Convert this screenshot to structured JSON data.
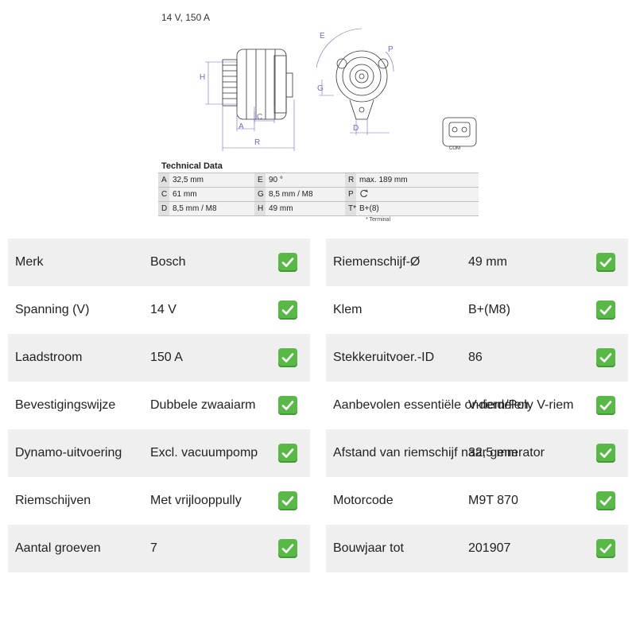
{
  "header": {
    "rating": "14 V, 150 A"
  },
  "drawing": {
    "dimension_letters": [
      "H",
      "A",
      "C",
      "R",
      "E",
      "P",
      "G",
      "D"
    ],
    "connector_label": "COM"
  },
  "technical_data": {
    "title": "Technical Data",
    "rows": [
      [
        {
          "k": "A",
          "v": "32,5 mm"
        },
        {
          "k": "E",
          "v": "90 °"
        },
        {
          "k": "R",
          "v": "max. 189 mm"
        }
      ],
      [
        {
          "k": "C",
          "v": "61 mm"
        },
        {
          "k": "G",
          "v": "8,5 mm / M8"
        },
        {
          "k": "P",
          "v": ""
        }
      ],
      [
        {
          "k": "D",
          "v": "8,5 mm / M8"
        },
        {
          "k": "H",
          "v": "49 mm"
        },
        {
          "k": "T*",
          "v": "B+(8)"
        }
      ]
    ],
    "footnote": "* Terminal"
  },
  "specs_left": [
    {
      "label": "Merk",
      "value": "Bosch"
    },
    {
      "label": "Spanning (V)",
      "value": "14 V"
    },
    {
      "label": "Laadstroom",
      "value": "150 A"
    },
    {
      "label": "Bevestigingswijze",
      "value": "Dubbele zwaaiarm"
    },
    {
      "label": "Dynamo-uitvoering",
      "value": "Excl. vacuumpomp"
    },
    {
      "label": "Riemschijven",
      "value": "Met vrijlooppully"
    },
    {
      "label": "Aantal groeven",
      "value": "7"
    }
  ],
  "specs_right": [
    {
      "label": "Riemenschijf-Ø",
      "value": "49 mm"
    },
    {
      "label": "Klem",
      "value": "B+(M8)"
    },
    {
      "label": "Stekkeruitvoer.-ID",
      "value": "86"
    },
    {
      "label": "Aanbevolen essentiële onderdelen",
      "value": "V-riem/Poly V-riem"
    },
    {
      "label": "Afstand van riemschijf naar generator",
      "value": "32,5 mm"
    },
    {
      "label": "Motorcode",
      "value": "M9T 870"
    },
    {
      "label": "Bouwjaar tot",
      "value": "201907"
    }
  ],
  "colors": {
    "check_green": "#58b947",
    "row_shade": "#efefef"
  },
  "icons": {
    "row_status": "check-box-icon"
  }
}
